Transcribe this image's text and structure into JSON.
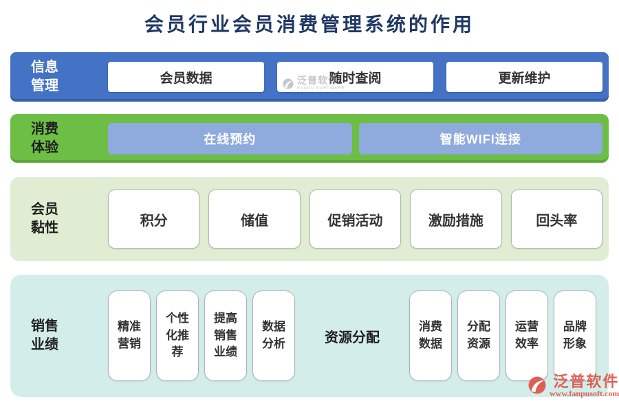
{
  "title": "会员行业会员消费管理系统的作用",
  "sections": {
    "info": {
      "label_line1": "信息",
      "label_line2": "管理",
      "items": [
        "会员数据",
        "随时查阅",
        "更新维护"
      ]
    },
    "experience": {
      "label_line1": "消费",
      "label_line2": "体验",
      "items": [
        "在线预约",
        "智能WIFI连接"
      ]
    },
    "stickiness": {
      "label_line1": "会员",
      "label_line2": "黏性",
      "items": [
        "积分",
        "储值",
        "促销活动",
        "激励措施",
        "回头率"
      ]
    },
    "sales": {
      "label_line1": "销售",
      "label_line2": "业绩",
      "items": [
        "精准营销",
        "个性化推荐",
        "提高销售业绩",
        "数据分析"
      ],
      "resource_label": "资源分配",
      "resource_items": [
        "消费数据",
        "分配资源",
        "运营效率",
        "品牌形象"
      ]
    }
  },
  "watermarks": {
    "inline": {
      "brand": "泛普软件",
      "sub": "FANPU SOFTWARE"
    },
    "corner": {
      "brand": "泛普软件",
      "url": "www.fanpusoft.com"
    }
  },
  "colors": {
    "title": "#1F3864",
    "row1_bg": "#4472C4",
    "row2_bg": "#6CBE45",
    "row2_box_bg": "#8FAADC",
    "row3_bg": "#E1EDD3",
    "row4_bg": "#D3EEEA",
    "box_text": "#333333",
    "watermark_red": "#DF5448"
  }
}
